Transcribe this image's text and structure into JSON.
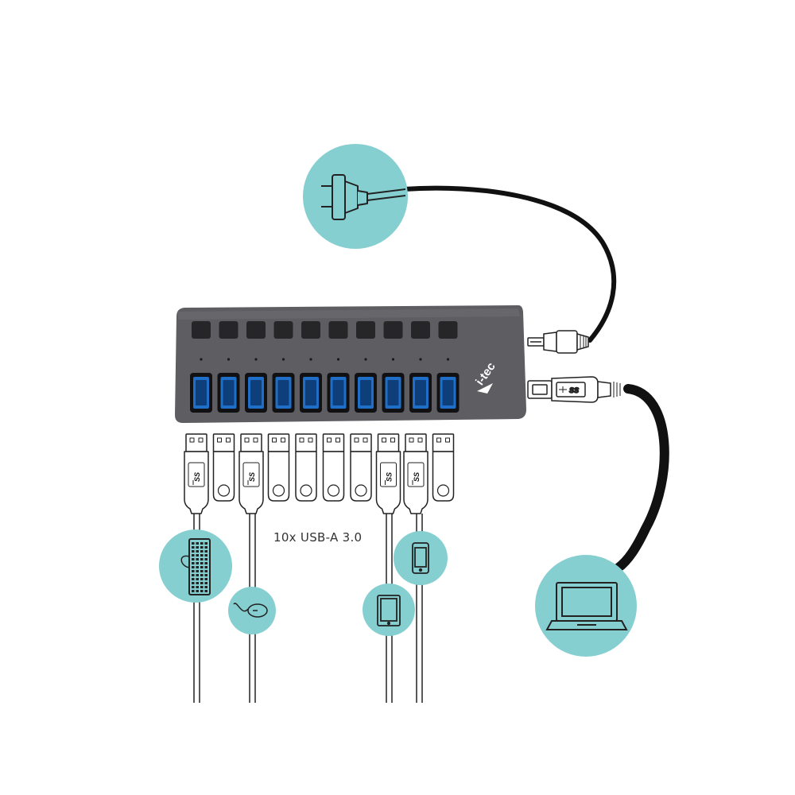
{
  "diagram": {
    "ports_label": "10x USB-A 3.0",
    "brand_logo": "i-tec",
    "usb_logo_text": "SS",
    "port_count": 10,
    "colors": {
      "circle": "#86cfd1",
      "hub_body": "#606064",
      "port_blue": "#1f6fc8",
      "cable": "#111111",
      "outline": "#222222"
    },
    "devices": [
      {
        "id": "power",
        "icon": "power-plug-icon"
      },
      {
        "id": "laptop",
        "icon": "laptop-icon"
      },
      {
        "id": "keyboard",
        "icon": "keyboard-icon"
      },
      {
        "id": "mouse",
        "icon": "mouse-icon"
      },
      {
        "id": "tablet",
        "icon": "tablet-icon"
      },
      {
        "id": "phone",
        "icon": "smartphone-icon"
      }
    ]
  }
}
